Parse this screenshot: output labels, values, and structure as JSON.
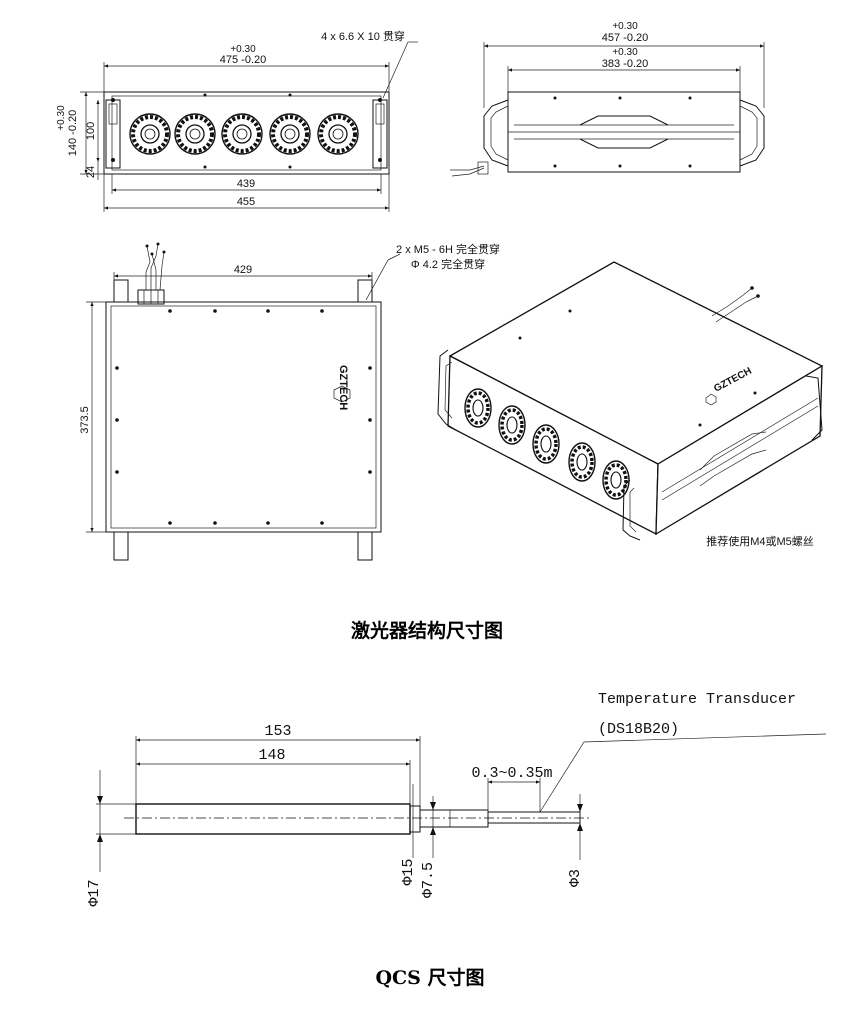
{
  "drawing1": {
    "front_view": {
      "hole_note": "4 x 6.6 X 10 贯穿",
      "width_upper_tol": "+0.30",
      "width_main": "475 -0.20",
      "height_upper_tol": "+0.30",
      "height_main": "140 -0.20",
      "height_inner": "100",
      "height_bottom": "24",
      "inner_width": "439",
      "outer_width": "455"
    },
    "side_view": {
      "len_upper_tol": "+0.30",
      "len_main": "457 -0.20",
      "inner_upper_tol": "+0.30",
      "inner_main": "383 -0.20"
    },
    "top_view": {
      "thread_note_1": "2 x M5 - 6H 完全贯穿",
      "thread_note_2": "Φ 4.2 完全贯穿",
      "width": "429",
      "depth": "373.5",
      "logo_text": "GZTECH"
    },
    "iso_view": {
      "logo_text": "GZTECH",
      "screw_note": "推荐使用M4或M5螺丝"
    },
    "caption": "激光器结构尺寸图"
  },
  "drawing2": {
    "sensor_label_1": "Temperature Transducer",
    "sensor_label_2": "(DS18B20)",
    "len_outer": "153",
    "len_inner": "148",
    "gap": "0.3~0.35m",
    "dia_17": "Φ17",
    "dia_15": "Φ15",
    "dia_7_5": "Φ7.5",
    "dia_3": "Φ3",
    "caption": "QCS 尺寸图"
  }
}
